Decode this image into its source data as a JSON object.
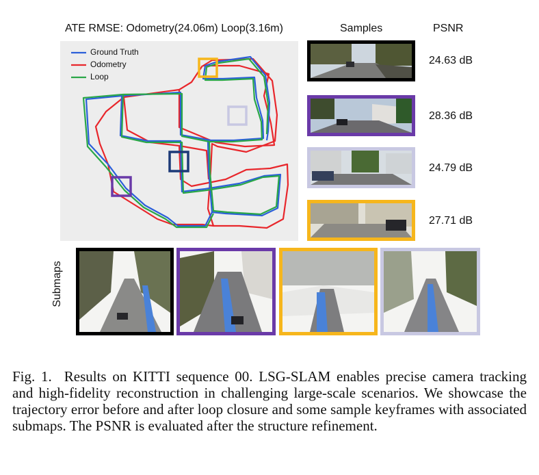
{
  "figure": {
    "ate_header": "ATE RMSE:  Odometry(24.06m)  Loop(3.16m)",
    "samples_header": "Samples",
    "psnr_header": "PSNR",
    "submaps_label": "Submaps",
    "legend": [
      {
        "label": "Ground Truth",
        "color": "#2b5fd9"
      },
      {
        "label": "Odometry",
        "color": "#e8262b"
      },
      {
        "label": "Loop",
        "color": "#2aa748"
      }
    ],
    "frame_colors": {
      "black": "#000000",
      "purple": "#6a3aa8",
      "lavender": "#c8c8e2",
      "orange": "#f6b61c",
      "navy": "#1d3a78"
    },
    "samples": [
      {
        "psnr": "24.63 dB",
        "frame": "black"
      },
      {
        "psnr": "28.36 dB",
        "frame": "purple"
      },
      {
        "psnr": "24.79 dB",
        "frame": "lavender"
      },
      {
        "psnr": "27.71 dB",
        "frame": "orange"
      }
    ],
    "submaps": [
      {
        "frame": "black"
      },
      {
        "frame": "purple"
      },
      {
        "frame": "orange"
      },
      {
        "frame": "lavender"
      }
    ]
  },
  "caption": {
    "label": "Fig. 1.",
    "text": "Results on KITTI sequence 00. LSG-SLAM enables precise camera tracking and high-fidelity reconstruction in challenging large-scale scenarios. We showcase the trajectory error before and after loop closure and some sample keyframes with associated submaps. The PSNR is evaluated after the structure refinement."
  }
}
